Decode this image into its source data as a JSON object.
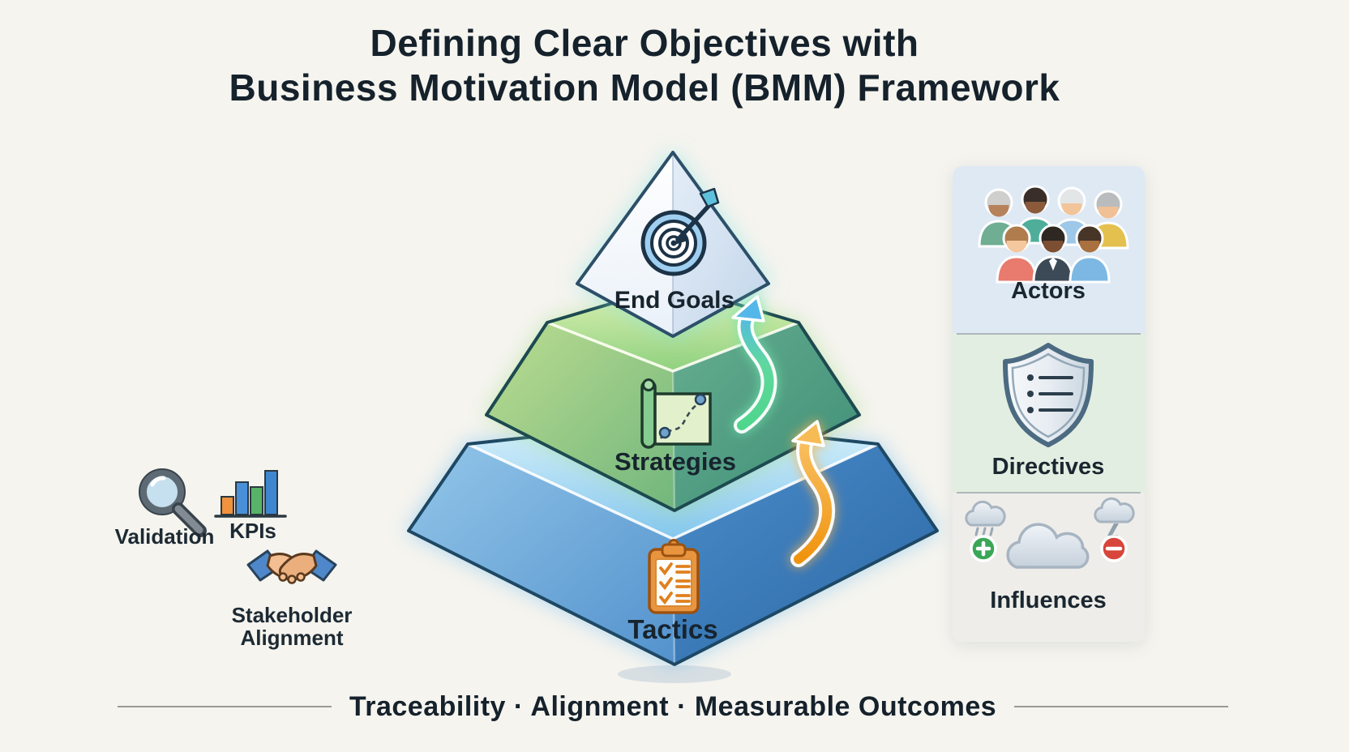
{
  "title": {
    "line1": "Defining Clear Objectives with",
    "line2": "Business Motivation Model (BMM) Framework"
  },
  "pyramid": {
    "levels": [
      {
        "label": "End Goals",
        "icon": "target-icon"
      },
      {
        "label": "Strategies",
        "icon": "strategy-map-icon"
      },
      {
        "label": "Tactics",
        "icon": "checklist-clipboard-icon"
      }
    ]
  },
  "left_annotations": {
    "validation": {
      "label": "Validation",
      "icon": "magnifier-icon"
    },
    "kpis": {
      "label": "KPIs",
      "icon": "bar-chart-icon"
    },
    "stakeholder": {
      "label_line1": "Stakeholder",
      "label_line2": "Alignment",
      "icon": "handshake-icon"
    }
  },
  "side_panel": {
    "sections": [
      {
        "label": "Actors",
        "icon": "people-group-icon"
      },
      {
        "label": "Directives",
        "icon": "shield-checklist-icon"
      },
      {
        "label": "Influences",
        "icon": "clouds-plus-minus-icon"
      }
    ]
  },
  "footer": {
    "tagline": "Traceability · Alignment · Measurable Outcomes"
  },
  "colors": {
    "background": "#f5f4ef",
    "title_text": "#15212b",
    "tier_end_goals": "#e8f0f9",
    "tier_strategies_left": "#aed487",
    "tier_strategies_right": "#4f9c83",
    "tier_tactics_left": "#6aaede",
    "tier_tactics_right": "#3272b0",
    "arrow_green_blue": "#57d88f",
    "arrow_orange": "#f59d1d",
    "actors_bg": "#dee9f4",
    "directives_bg": "#e3eee2",
    "influences_bg": "#eeede9",
    "positive_badge": "#3aa757",
    "negative_badge": "#d8453a"
  }
}
